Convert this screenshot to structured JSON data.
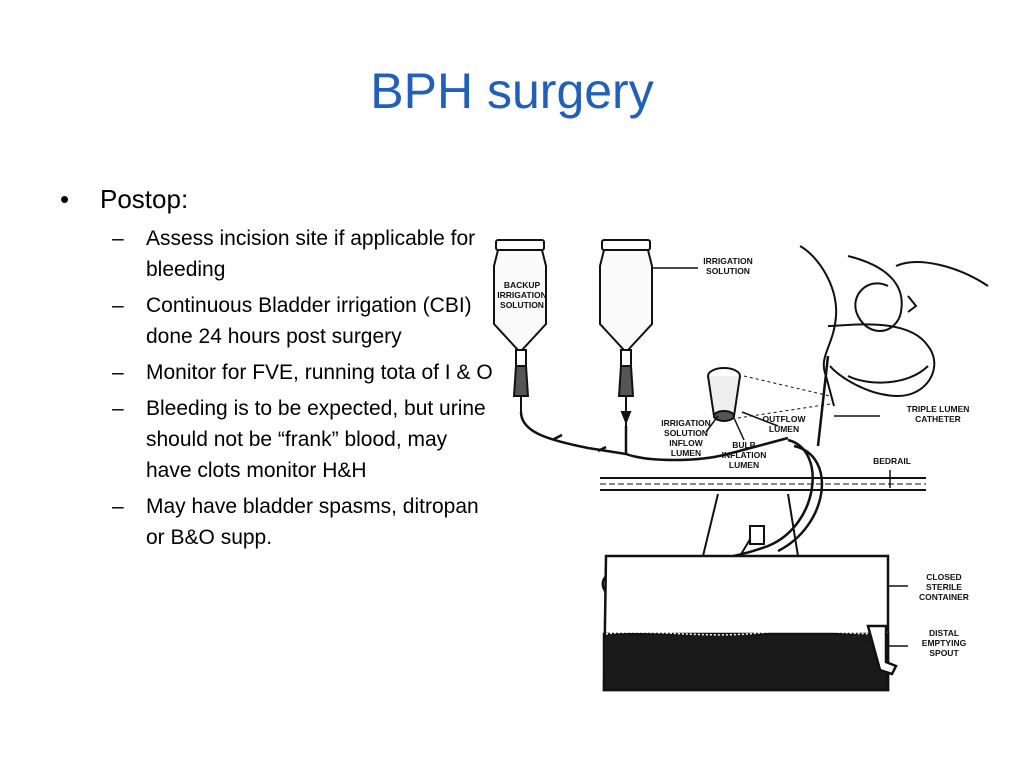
{
  "slide": {
    "title": "BPH surgery",
    "bullets": [
      {
        "text": "Postop:",
        "subitems": [
          "Assess incision site if applicable for bleeding",
          "Continuous Bladder irrigation (CBI) done 24 hours post surgery",
          "Monitor for FVE, running tota of I & O",
          "Bleeding is to be expected, but urine should not be “frank” blood, may have clots monitor H&H",
          "May have bladder spasms, ditropan or B&O supp."
        ]
      }
    ]
  },
  "figure": {
    "labels": {
      "backup_1": "BACKUP",
      "backup_2": "IRRIGATION",
      "backup_3": "SOLUTION",
      "irrigation_1": "IRRIGATION",
      "irrigation_2": "SOLUTION",
      "inflow_1": "IRRIGATION",
      "inflow_2": "SOLUTION",
      "inflow_3": "INFLOW",
      "inflow_4": "LUMEN",
      "bulb_1": "BULB",
      "bulb_2": "INFLATION",
      "bulb_3": "LUMEN",
      "outflow_1": "OUTFLOW",
      "outflow_2": "LUMEN",
      "triple_1": "TRIPLE LUMEN",
      "triple_2": "CATHETER",
      "bedrail": "BEDRAIL",
      "closed_1": "CLOSED",
      "closed_2": "STERILE",
      "closed_3": "CONTAINER",
      "distal_1": "DISTAL",
      "distal_2": "EMPTYING",
      "distal_3": "SPOUT"
    }
  }
}
